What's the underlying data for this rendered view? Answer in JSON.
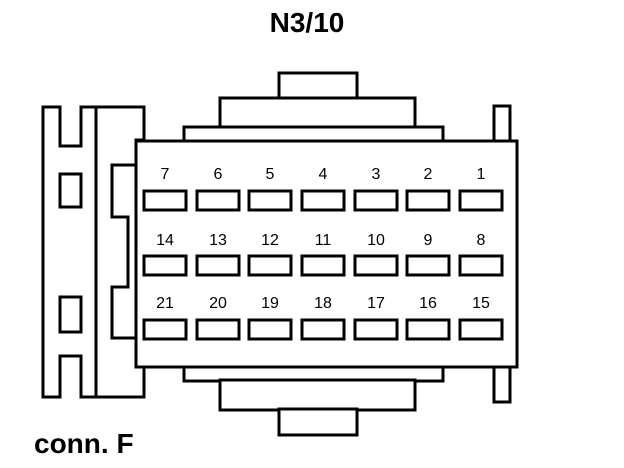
{
  "diagram": {
    "title": "N3/10",
    "caption": "conn. F",
    "pin_rows": [
      [
        "7",
        "6",
        "5",
        "4",
        "3",
        "2",
        "1"
      ],
      [
        "14",
        "13",
        "12",
        "11",
        "10",
        "9",
        "8"
      ],
      [
        "21",
        "20",
        "19",
        "18",
        "17",
        "16",
        "15"
      ]
    ],
    "colors": {
      "stroke": "#000000",
      "fill": "#ffffff"
    }
  }
}
